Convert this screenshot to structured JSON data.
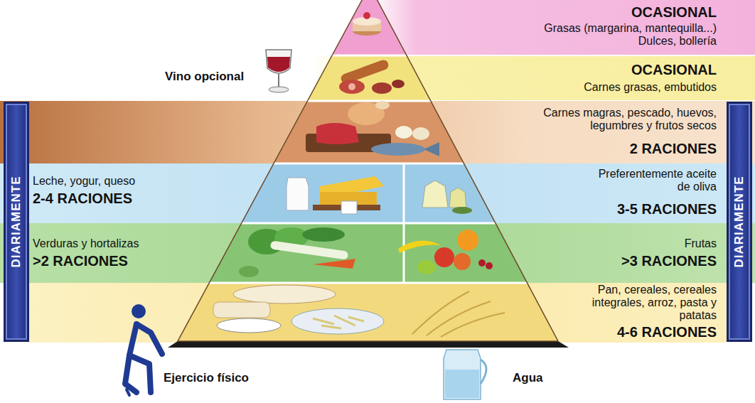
{
  "diagram": {
    "nodes": [
      {
        "text": [
          "OCASIONAL",
          "Grasas (margarina, mantequilla...) Dulces, bollería"
        ]
      },
      {
        "text": [
          "OCASIONAL",
          "Carnes grasas, embutidos"
        ]
      },
      {
        "text": [
          "Carnes magras, pescado, huevos, legumbres y frutos secos",
          "2 RACIONES"
        ]
      },
      {
        "text": [
          "Leche, yogur, queso",
          "2-4 RACIONES",
          "Preferentemente aceite de oliva",
          "3-5 RACIONES"
        ]
      },
      {
        "text": [
          "Verduras y hortalizas",
          ">2 RACIONES",
          "Frutas",
          ">3 RACIONES"
        ]
      },
      {
        "text": [
          "Pan, cereales, cereales integrales, arroz, pasta y patatas",
          "4-6 RACIONES"
        ]
      },
      {
        "text": [
          "DIARIAMENTE"
        ]
      },
      {
        "text": [
          "DIARIAMENTE"
        ]
      }
    ],
    "labels": [
      "Vino opcional",
      "Ejercicio físico",
      "Agua"
    ]
  }
}
